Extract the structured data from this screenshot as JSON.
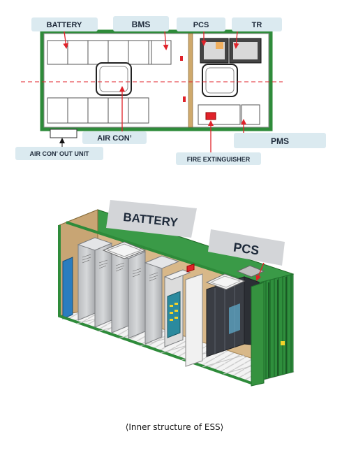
{
  "plan": {
    "labels": {
      "battery": "BATTERY",
      "bms": "BMS",
      "pcs": "PCS",
      "tr": "TR",
      "air_con": "AIR CON’",
      "pms": "PMS",
      "air_con_out_unit": "AIR CON’ OUT UNIT",
      "fire_extinguisher": "FIRE EXTINGUISHER"
    }
  },
  "view3d": {
    "labels": {
      "battery": "BATTERY",
      "pcs": "PCS"
    }
  },
  "caption": "⟨Inner structure of ESS⟩",
  "colors": {
    "label_bg": "#dbeaf0",
    "container_green": "#2e8b3a",
    "arrow_red": "#e0222a",
    "wall_wood": "#d8b889",
    "cabinet_grey": "#c9cbcd"
  }
}
